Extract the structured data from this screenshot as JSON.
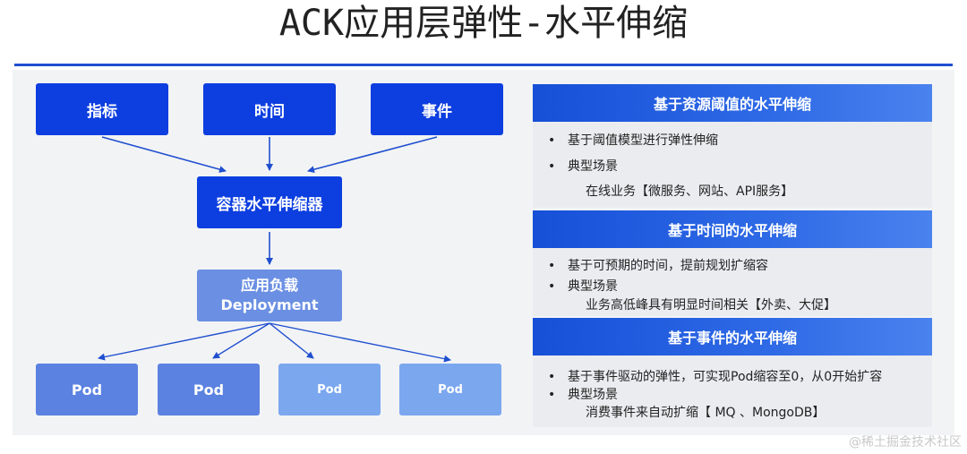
{
  "title": "ACK应用层弹性-水平伸缩",
  "diagram": {
    "sources": [
      "指标",
      "时间",
      "事件"
    ],
    "hpa": "容器水平伸缩器",
    "workload_line1": "应用负载",
    "workload_line2": "Deployment",
    "pods": [
      "Pod",
      "Pod",
      "Pod",
      "Pod"
    ]
  },
  "cards": [
    {
      "heading": "基于资源阈值的水平伸缩",
      "bullets": [
        "基于阈值模型进行弹性伸缩",
        "典型场景"
      ],
      "example": "在线业务【微服务、网站、API服务】"
    },
    {
      "heading": "基于时间的水平伸缩",
      "bullets": [
        "基于可预期的时间，提前规划扩缩容",
        "典型场景"
      ],
      "example": "业务高低峰具有明显时间相关【外卖、大促】"
    },
    {
      "heading": "基于事件的水平伸缩",
      "bullets": [
        "基于事件驱动的弹性，可实现Pod缩容至0，从0开始扩容",
        "典型场景"
      ],
      "example": "消费事件来自动扩缩【 MQ 、MongoDB】"
    }
  ],
  "bullet_symbol": "•",
  "watermark": "@稀土掘金技术社区",
  "colors": {
    "primary": "#0d3ee0",
    "workload": "#6a8fe3",
    "pod_dark": "#5b82e0",
    "pod_light": "#7ba7ef",
    "rule": "#1f4fcf"
  }
}
